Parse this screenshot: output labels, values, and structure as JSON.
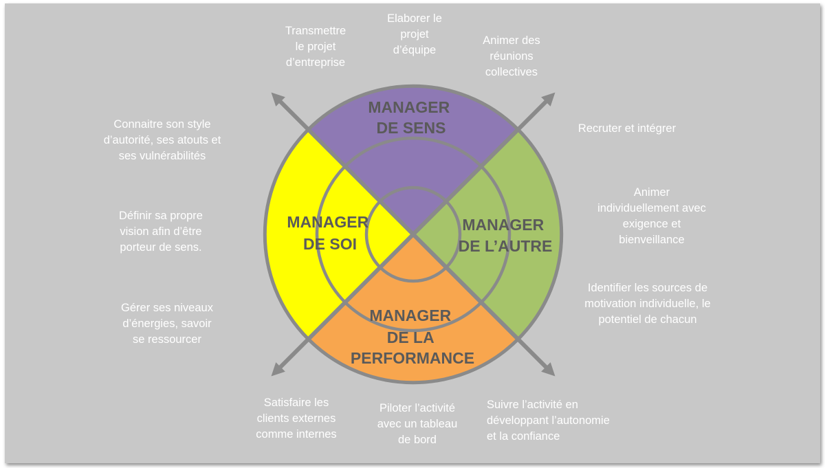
{
  "colors": {
    "background": "#c8c8c8",
    "sens": "#8e79b4",
    "soi": "#ffff00",
    "autre": "#a6c46a",
    "performance": "#f8a64e",
    "lines": "#8a8a8a",
    "label_text": "#5a5a5a",
    "note_text": "#ffffff"
  },
  "sectors": {
    "sens": [
      "MANAGER",
      "DE SENS"
    ],
    "soi": [
      "MANAGER",
      "DE SOI"
    ],
    "autre": [
      "MANAGER",
      "DE L’AUTRE"
    ],
    "performance": [
      "MANAGER",
      "DE LA",
      "PERFORMANCE"
    ]
  },
  "notes": {
    "transmettre": [
      "Transmettre",
      "le projet",
      "d’entreprise"
    ],
    "elaborer": [
      "Elaborer le",
      "projet",
      "d’équipe"
    ],
    "animer_reunions": [
      "Animer des",
      "réunions",
      "collectives"
    ],
    "connaitre": [
      "Connaitre son style",
      "d’autorité, ses atouts et",
      "ses vulnérabilités"
    ],
    "definir": [
      "Définir sa propre",
      "vision afin d’être",
      "porteur de sens."
    ],
    "gerer": [
      "Gérer ses niveaux",
      "d’énergies, savoir",
      "se ressourcer"
    ],
    "recruter": [
      "Recruter et intégrer"
    ],
    "animer_indiv": [
      "Animer",
      "individuellement avec",
      "exigence et",
      "bienveillance"
    ],
    "identifier": [
      "Identifier les sources de",
      "motivation individuelle, le",
      "potentiel de chacun"
    ],
    "satisfaire": [
      "Satisfaire les",
      "clients externes",
      "comme internes"
    ],
    "piloter": [
      "Piloter l’activité",
      "avec un tableau",
      "de bord"
    ],
    "suivre": [
      "Suivre l’activité en",
      "développant l’autonomie",
      "et la confiance"
    ]
  }
}
